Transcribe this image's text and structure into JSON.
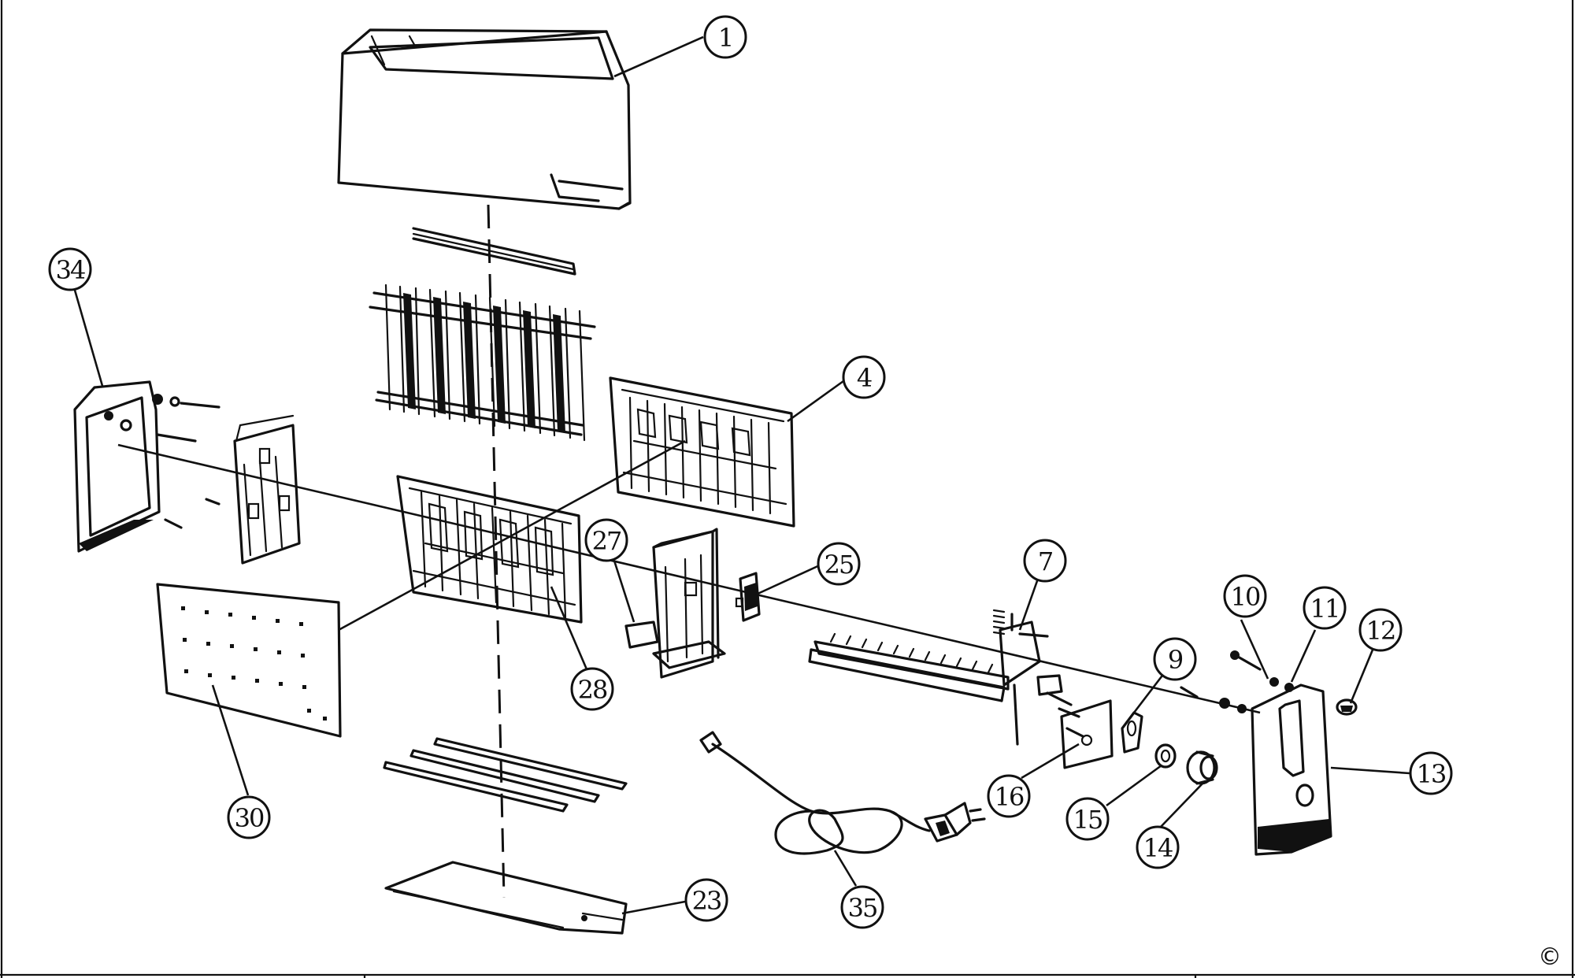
{
  "callouts": {
    "c1": "1",
    "c4": "4",
    "c7": "7",
    "c9": "9",
    "c10": "10",
    "c11": "11",
    "c12": "12",
    "c13": "13",
    "c14": "14",
    "c15": "15",
    "c16": "16",
    "c23": "23",
    "c25": "25",
    "c27": "27",
    "c28": "28",
    "c30": "30",
    "c34": "34",
    "c35": "35"
  },
  "copyright": "©"
}
